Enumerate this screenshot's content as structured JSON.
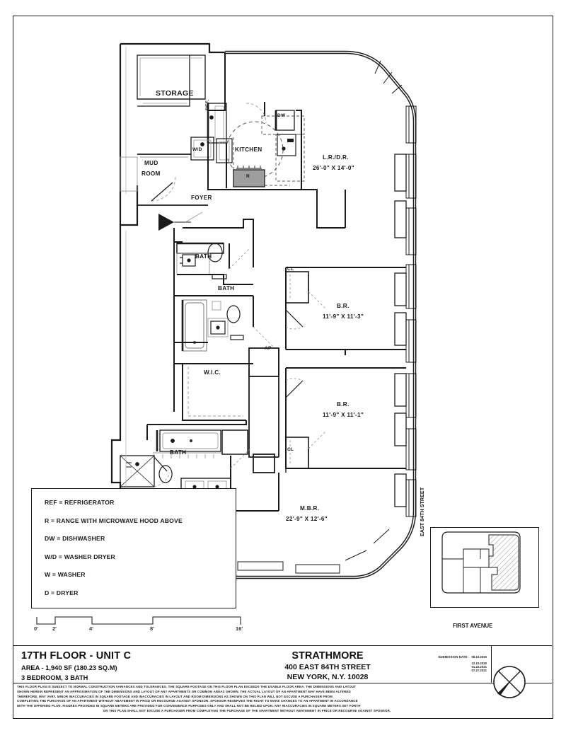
{
  "document": {
    "type": "floor-plan",
    "sheet_title": "17TH FLOOR - UNIT C",
    "area_line": "AREA - 1,940 SF (180.23 SQ.M)",
    "beds_baths": "3 BEDROOM, 3 BATH",
    "building_name": "STRATHMORE",
    "building_address": "400 EAST 84TH STREET",
    "building_city": "NEW YORK, N.Y. 10028"
  },
  "submission": {
    "label": "SUBMISSION DATE:",
    "dates": [
      "08.10.2020",
      "12.10.2020",
      "01.22.2021",
      "07.27.2021"
    ]
  },
  "rooms": [
    {
      "name": "STORAGE",
      "dim": ""
    },
    {
      "name": "KITCHEN",
      "dim": ""
    },
    {
      "name": "MUD",
      "dim": "ROOM"
    },
    {
      "name": "FOYER",
      "dim": ""
    },
    {
      "name": "L.R./D.R.",
      "dim": "26'-0\" X 14'-0\""
    },
    {
      "name": "BATH",
      "dim": ""
    },
    {
      "name": "BATH",
      "dim": ""
    },
    {
      "name": "BATH",
      "dim": ""
    },
    {
      "name": "W.I.C.",
      "dim": ""
    },
    {
      "name": "B.R.",
      "dim": "11'-9\" X 11'-3\""
    },
    {
      "name": "B.R.",
      "dim": "11'-9\" X 11'-1\""
    },
    {
      "name": "M.B.R.",
      "dim": "22'-9\" X 12'-6\""
    }
  ],
  "labels": {
    "storage": "STORAGE",
    "ref": "REF.",
    "dw": "DW",
    "wd": "W/D",
    "kitchen": "KITCHEN",
    "range": "R",
    "mud1": "MUD",
    "mud2": "ROOM",
    "foyer": "FOYER",
    "lrdr_name": "L.R./D.R.",
    "lrdr_dim": "26'-0\" X 14'-0\"",
    "bath1": "BATH",
    "bath2": "BATH",
    "bath3": "BATH",
    "wic": "W.I.C.",
    "ap": "AP",
    "cl1": "CL",
    "cl2": "CL",
    "br1_name": "B.R.",
    "br1_dim": "11'-9\" X 11'-3\"",
    "br2_name": "B.R.",
    "br2_dim": "11'-9\" X 11'-1\"",
    "mbr_name": "M.B.R.",
    "mbr_dim": "22'-9\" X 12'-6\""
  },
  "legend": {
    "items": [
      "REF = REFRIGERATOR",
      "R = RANGE WITH MICROWAVE HOOD ABOVE",
      "DW = DISHWASHER",
      "W/D = WASHER DRYER",
      "W = WASHER",
      "D = DRYER"
    ]
  },
  "scale": {
    "ticks": [
      "0'",
      "2'",
      "4'",
      "8'",
      "16'"
    ]
  },
  "keymap": {
    "street_label": "EAST 84TH STREET",
    "avenue_label": "FIRST AVENUE"
  },
  "disclaimer": {
    "lines": [
      "THIS FLOOR PLAN IS SUBJECT TO NORMAL CONSTRUCTION VARIANCES AND TOLERANCES. THE SQUARE FOOTAGE ON THIS FLOOR PLAN EXCEEDS THE USABLE FLOOR AREA. THE DIMENSIONS AND LAYOUT",
      "SHOWN HEREIN REPRESENT AN APPROXIMATION OF THE DIMENSIONS AND LAYOUT OF ANY APARTMENTS OR COMMON AREAS SHOWN.  THE  ACTUAL LAYOUT OF AN APARTMENT MAY HAVE BEEN ALTERED",
      "THEREFORE,   MAY  VARY.   MINOR  INACCURACIES  IN  SQUARE  FOOTAGE  AND  INACCURACIES  IN LAYOUT AND ROOM DIMENSIONS AS SHOWN ON THIS PLAN  WILL  NOT  EXCUSE  A  PURCHASER FROM",
      "COMPLETING  THE  PURCHASE  OF  AN APARTMENT WITHOUT ABATEMENT IN PRICE OR RECOURSE AGAINST SPONSOR.  SPONSOR RESERVES THE RIGHT TO MAKE CHANGES TO AN APARTMENT IN ACCORDANCE",
      "WITH THE OFFERING PLAN. FIGURES PROVIDED IN SQUARE METERS ARE PROVIDED FOR CONVENIENCE PURPOSES ONLY AND SHALL NOT BE RELIED UPON.  ANY INACCURACIES IN SQUARE METERS  SET  FORTH",
      "ON THIS PLAN SHALL NOT EXCUSE A PURCHASER FROM COMPLETING THE PURCHASE  OF  THE  APARTMENT  WITHOUT  ABATEMENT  IN  PRICE  OR  RECOURSE  AGAINST  SPONSOR."
    ]
  },
  "colors": {
    "line": "#1a1a1a",
    "wall_fill": "#8a8a8a",
    "light_line": "#9a9a9a",
    "range_fill": "#9e9e9e",
    "hatch": "#555555"
  }
}
